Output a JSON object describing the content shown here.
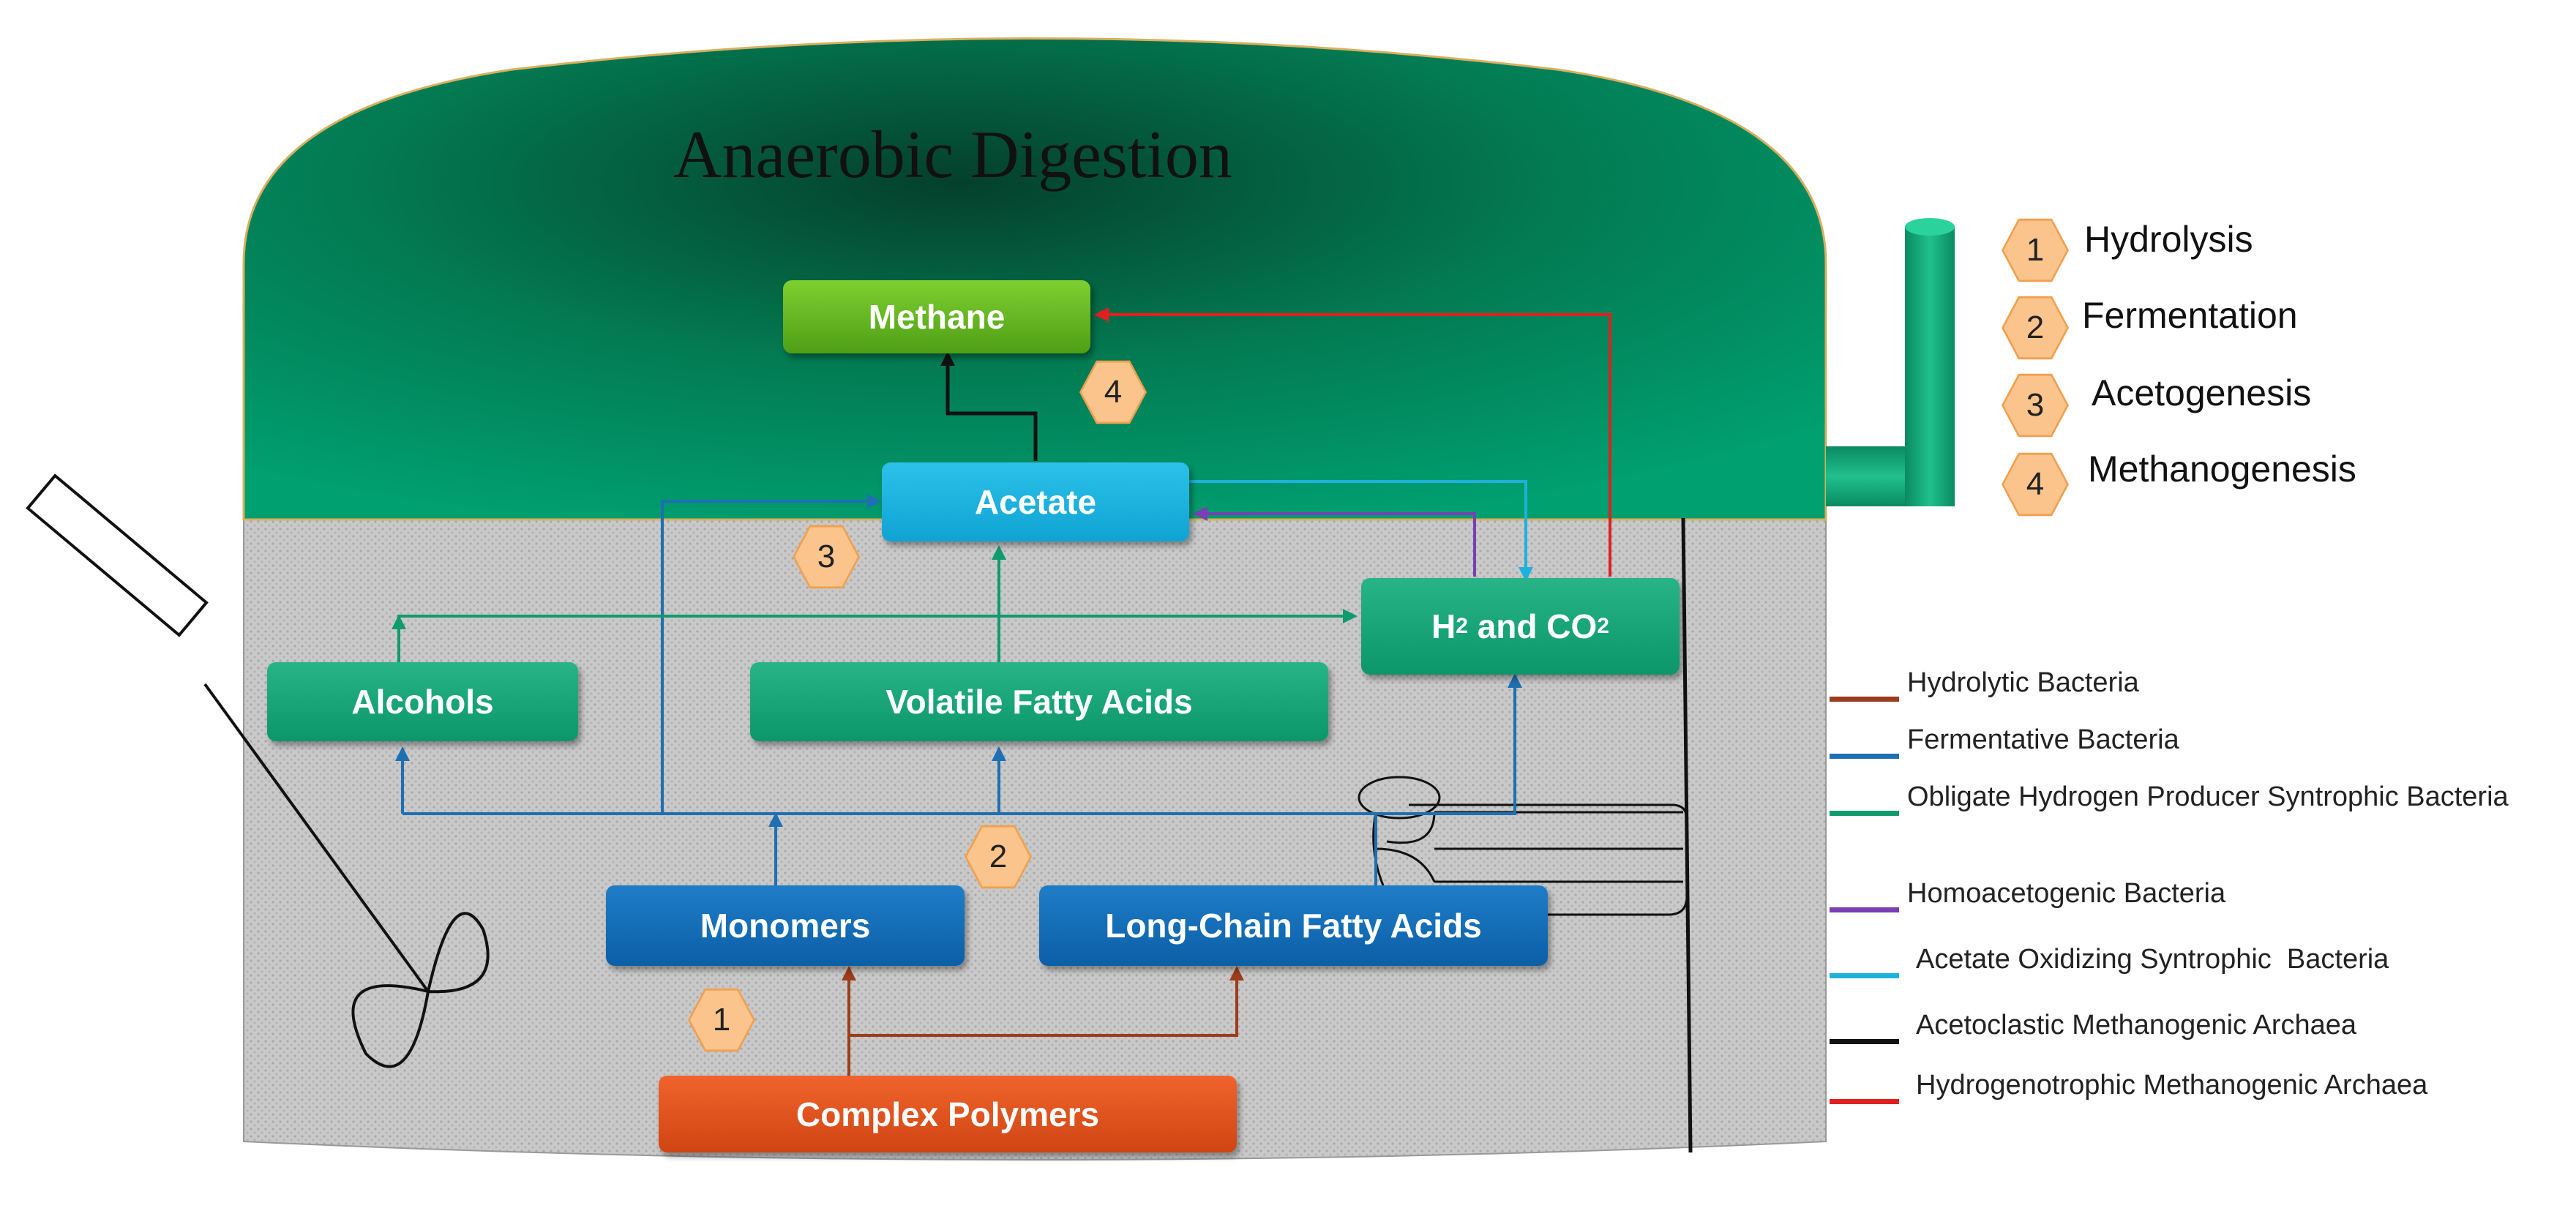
{
  "title": "Anaerobic Digestion",
  "nodes": {
    "methane": "Methane",
    "acetate": "Acetate",
    "h2co2": {
      "h": "H",
      "h_sub": "2",
      "and": " and CO",
      "co_sub": "2"
    },
    "alcohols": "Alcohols",
    "vfa": "Volatile Fatty Acids",
    "monomers": "Monomers",
    "lcfa": "Long-Chain Fatty Acids",
    "polymers": "Complex Polymers"
  },
  "badges": {
    "b1": "1",
    "b2": "2",
    "b3": "3",
    "b4": "4"
  },
  "steps": [
    {
      "num": "1",
      "label": "Hydrolysis"
    },
    {
      "num": "2",
      "label": "Fermentation"
    },
    {
      "num": "3",
      "label": "Acetogenesis"
    },
    {
      "num": "4",
      "label": "Methanogenesis"
    }
  ],
  "legend": [
    {
      "label": "Hydrolytic Bacteria",
      "color": "#9c3d1c"
    },
    {
      "label": "Fermentative Bacteria",
      "color": "#1f6fb3"
    },
    {
      "label": "Obligate Hydrogen Producer Syntrophic Bacteria",
      "color": "#0f9b6e"
    },
    {
      "label": "Homoacetogenic Bacteria",
      "color": "#7a3fb3"
    },
    {
      "label": "Acetate Oxidizing Syntrophic  Bacteria",
      "color": "#1fb1de"
    },
    {
      "label": "Acetoclastic Methanogenic Archaea",
      "color": "#111111"
    },
    {
      "label": "Hydrogenotrophic Methanogenic Archaea",
      "color": "#e02020"
    }
  ],
  "colors": {
    "dome": "#019b6c",
    "tank_fill": "#c8c8c8",
    "hydrolytic": "#9c3d1c",
    "fermentative": "#1f6fb3",
    "obligate": "#0f9b6e",
    "homoacetogenic": "#7a3fb3",
    "acetate_oxidizing": "#1fb1de",
    "acetoclastic": "#111111",
    "hydrogenotrophic": "#e02020"
  }
}
